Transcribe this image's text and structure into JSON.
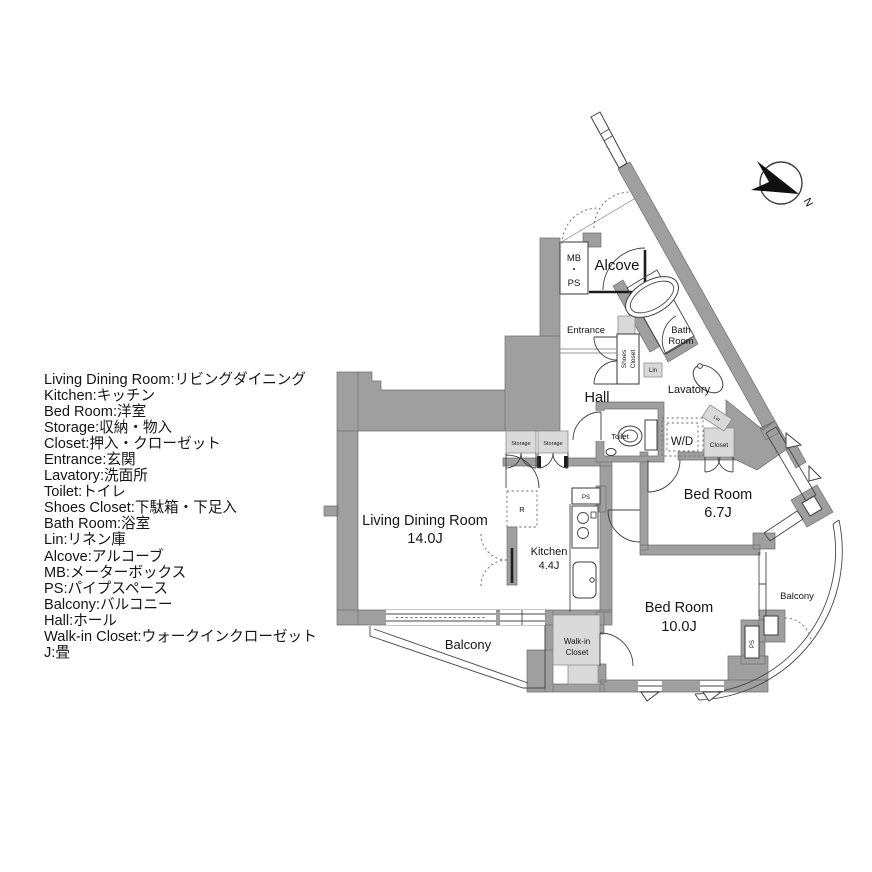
{
  "colors": {
    "wall": "#9f9f9f",
    "wall_stroke": "#6f6f6f",
    "light_box": "#d9d9d9",
    "line": "#3a3a3a"
  },
  "legend": {
    "items": [
      {
        "text": "Living Dining Room:リビングダイニング"
      },
      {
        "text": "Kitchen:キッチン"
      },
      {
        "text": "Bed Room:洋室"
      },
      {
        "text": "Storage:収納・物入"
      },
      {
        "text": "Closet:押入・クローゼット"
      },
      {
        "text": "Entrance:玄関"
      },
      {
        "text": "Lavatory:洗面所"
      },
      {
        "text": "Toilet:トイレ"
      },
      {
        "text": "Shoes Closet:下駄箱・下足入"
      },
      {
        "text": "Bath Room:浴室"
      },
      {
        "text": "Lin:リネン庫"
      },
      {
        "text": "Alcove:アルコーブ"
      },
      {
        "text": "MB:メーターボックス"
      },
      {
        "text": "PS:パイプスペース"
      },
      {
        "text": "Balcony:バルコニー"
      },
      {
        "text": "Hall:ホール"
      },
      {
        "text": "Walk-in Closet:ウォークインクローゼット"
      },
      {
        "text": "J:畳"
      }
    ]
  },
  "compass": {
    "north": "N"
  },
  "rooms": {
    "living": {
      "name": "Living Dining Room",
      "size": "14.0J"
    },
    "kitchen": {
      "name": "Kitchen",
      "size": "4.4J"
    },
    "bed1": {
      "name": "Bed Room",
      "size": "6.7J"
    },
    "bed2": {
      "name": "Bed Room",
      "size": "10.0J"
    },
    "bath": {
      "name1": "Bath",
      "name2": "Room"
    },
    "hall": {
      "name": "Hall"
    },
    "lavatory": {
      "name": "Lavatory"
    },
    "toilet": {
      "name": "Toilet"
    },
    "entrance": {
      "name": "Entrance"
    },
    "alcove": {
      "name": "Alcove"
    },
    "balcony_right": {
      "name": "Balcony"
    },
    "balcony_bottom": {
      "name": "Balcony"
    },
    "walkin": {
      "name1": "Walk-in",
      "name2": "Closet"
    }
  },
  "labels": {
    "mb": "MB",
    "dot": "・",
    "ps": "PS",
    "wd": "W/D",
    "closet": "Closet",
    "lin": "Lin",
    "lin_small": "Lin",
    "storage_a": "Storage",
    "storage_b": "Storage",
    "shoes1": "Shoes",
    "shoes2": "Closet",
    "fridge": "R",
    "ps_kitchen": "PS",
    "ps_balcony": "PS"
  }
}
